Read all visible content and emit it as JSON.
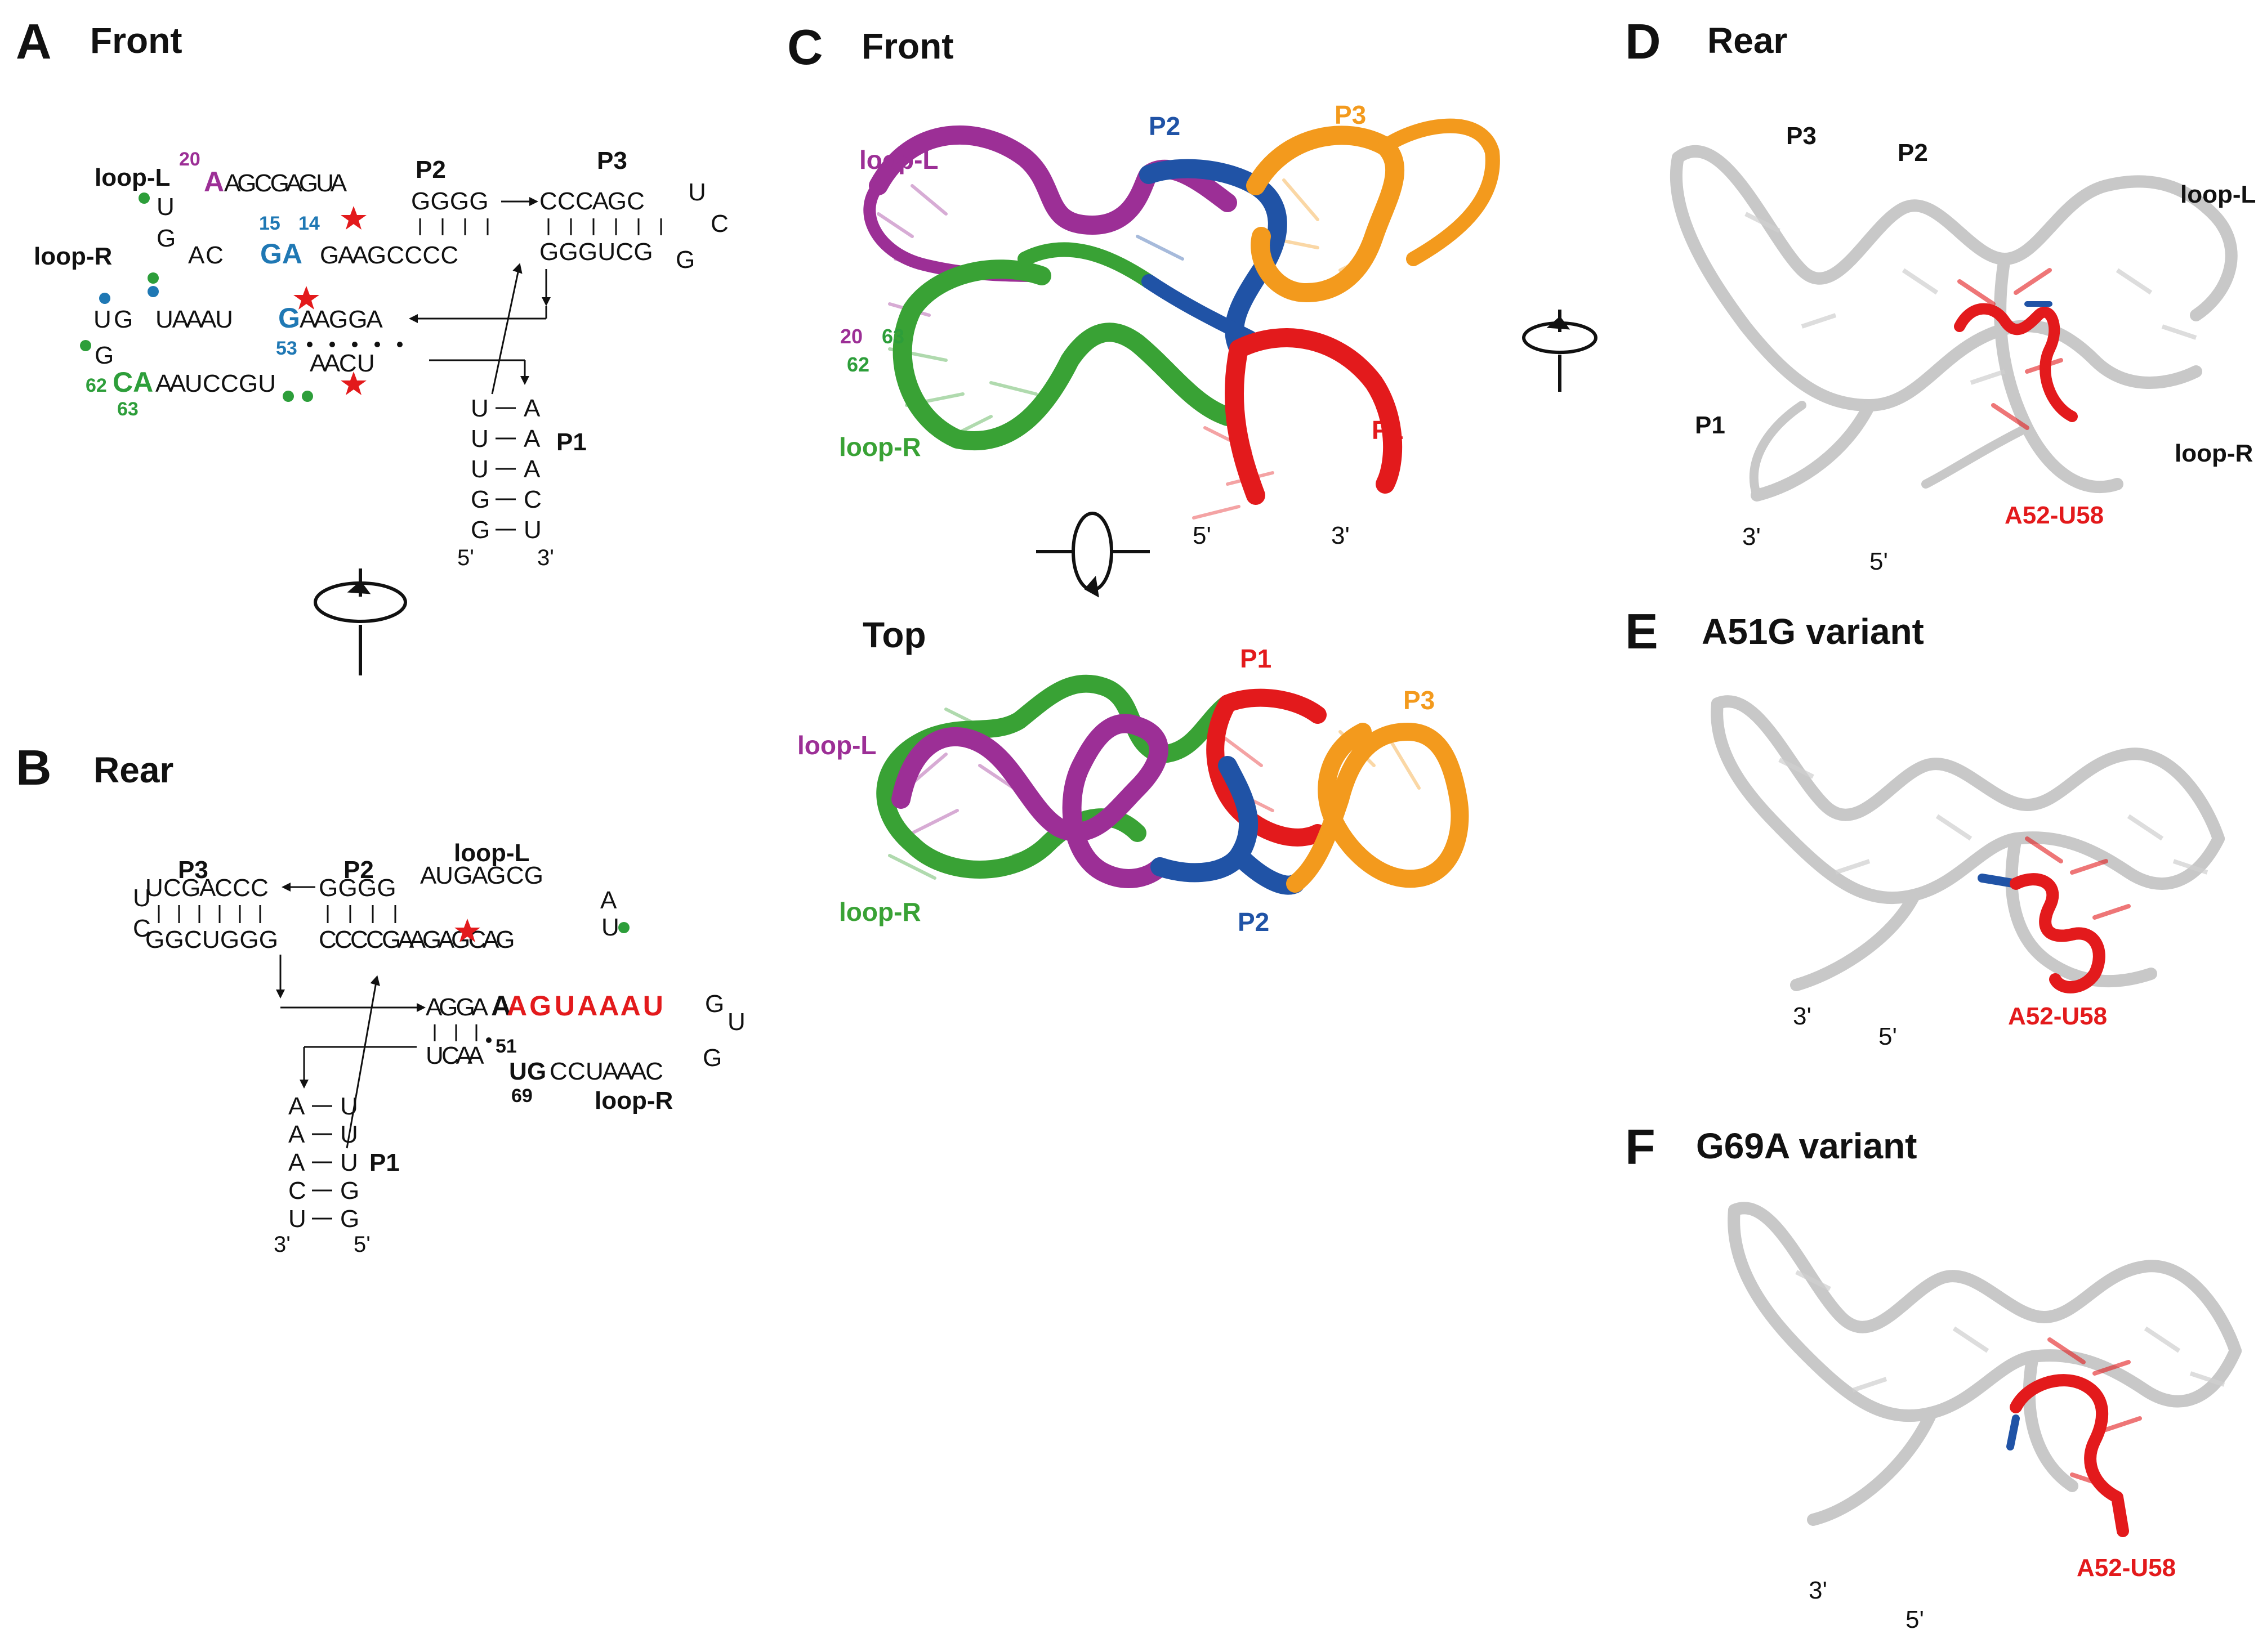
{
  "colors": {
    "loop_l": "#9c2f96",
    "loop_r": "#39a235",
    "p1": "#e31a1c",
    "p2": "#2053a6",
    "p3": "#f39a1d",
    "gray_ribbon": "#c8c8c8",
    "red_marker": "#e31a1c",
    "blue_base": "#1f78b4",
    "green_base": "#2d9e3a",
    "purple_base": "#9c2f96"
  },
  "panels": {
    "A": {
      "letter": "A",
      "title": "Front",
      "labels": {
        "loop_l": "loop-L",
        "loop_r": "loop-R",
        "p1": "P1",
        "p2": "P2",
        "p3": "P3",
        "five": "5'",
        "three": "3'"
      },
      "nums": {
        "n20": "20",
        "n15": "15",
        "n14": "14",
        "n53": "53",
        "n62": "62",
        "n63": "63"
      },
      "seq": {
        "top_strand": "A G C G A G U A",
        "top_first": "A",
        "p2_top": "G G G G",
        "p3_top": "C C C A G C",
        "p3_loop1": "U",
        "p3_loop2": "C",
        "p3_loop3": "G",
        "p3_bot": "G G G U C G",
        "left_u": "U",
        "left_g": "G",
        "mid_strand_a": "A C",
        "mid_ga": "G A",
        "mid_strand_b": "G A A G C C C C",
        "loopr_top_a": "U G",
        "loopr_top_b": "U A A A U",
        "loopr_g53": "G",
        "loopr_top_c": "A A G G A",
        "loopr_g": "G",
        "loopr_bot_ca": "C A",
        "loopr_bot_b": "A A U C C G U",
        "loopr_bot_c": "A A C U",
        "p1_left": [
          "U",
          "U",
          "U",
          "G",
          "G"
        ],
        "p1_right": [
          "A",
          "A",
          "A",
          "C",
          "U"
        ]
      }
    },
    "B": {
      "letter": "B",
      "title": "Rear",
      "labels": {
        "loop_l": "loop-L",
        "loop_r": "loop-R",
        "p1": "P1",
        "p2": "P2",
        "p3": "P3",
        "five": "5'",
        "three": "3'"
      },
      "nums": {
        "n51": "51",
        "n69": "69"
      },
      "seq": {
        "p3_top": "U C G A C C C",
        "p3_u": "U",
        "p3_c": "C",
        "p3_bot": "G G C U G G G",
        "p2_top": "G G G G",
        "loopl_top": "A U G A G C G",
        "loopl_a": "A",
        "loopl_u": "U",
        "mid": "C C C C G A A G A G C A G",
        "agga": "A G G A",
        "red_seq": "A G U A A A U",
        "right_g": "G",
        "right_u": "U",
        "bot_ucaa": "U C A A",
        "bot_ug": "U G",
        "bot_rest": "C C U A A A C",
        "bot_g": "G",
        "p1_left": [
          "A",
          "A",
          "A",
          "C",
          "U"
        ],
        "p1_right": [
          "U",
          "U",
          "U",
          "G",
          "G"
        ]
      }
    },
    "C": {
      "letter": "C",
      "title_front": "Front",
      "title_top": "Top",
      "labels": {
        "loop_l": "loop-L",
        "loop_r": "loop-R",
        "p1": "P1",
        "p2": "P2",
        "p3": "P3",
        "five": "5'",
        "three": "3'",
        "n20": "20",
        "n63": "63",
        "n62": "62"
      },
      "top_labels": {
        "loop_l": "loop-L",
        "loop_r": "loop-R",
        "p1": "P1",
        "p2": "P2",
        "p3": "P3"
      }
    },
    "D": {
      "letter": "D",
      "title": "Rear",
      "labels": {
        "p3": "P3",
        "p2": "P2",
        "p1": "P1",
        "loop_l": "loop-L",
        "loop_r": "loop-R",
        "three": "3'",
        "five": "5'",
        "pair": "A52-U58"
      }
    },
    "E": {
      "letter": "E",
      "title": "A51G variant",
      "labels": {
        "three": "3'",
        "five": "5'",
        "pair": "A52-U58"
      }
    },
    "F": {
      "letter": "F",
      "title": "G69A variant",
      "labels": {
        "three": "3'",
        "five": "5'",
        "pair": "A52-U58"
      }
    }
  }
}
